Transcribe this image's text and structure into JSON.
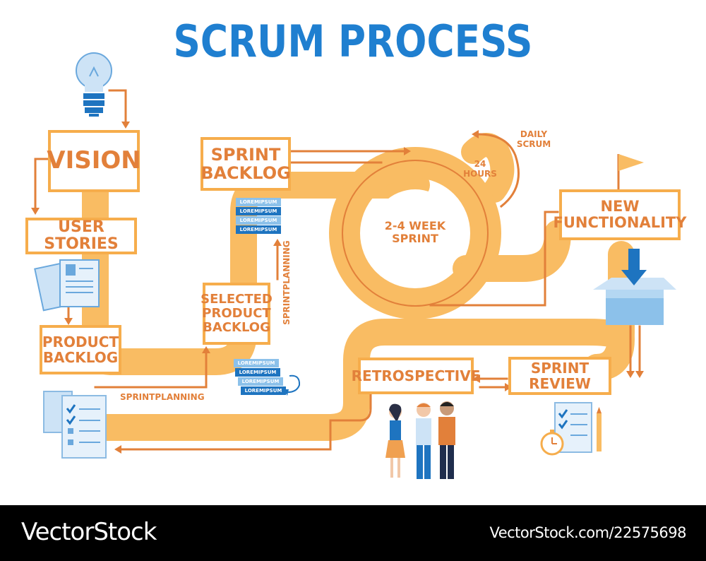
{
  "title": "SCRUM PROCESS",
  "steps": {
    "vision": "VISION",
    "user_stories": "USER STORIES",
    "product_backlog": [
      "PRODUCT",
      "BACKLOG"
    ],
    "selected_backlog": [
      "SELECTED",
      "PRODUCT",
      "BACKLOG"
    ],
    "sprint_backlog": [
      "SPRINT",
      "BACKLOG"
    ],
    "sprint": [
      "2-4 WEEK",
      "SPRINT"
    ],
    "daily_scrum": [
      "DAILY",
      "SCRUM"
    ],
    "hours": [
      "24",
      "HOURS"
    ],
    "new_functionality": [
      "NEW",
      "FUNCTIONALITY"
    ],
    "sprint_review": "SPRINT REVIEW",
    "retrospective": "RETROSPECTIVE"
  },
  "labels": {
    "sprint_planning_vertical": "SPRINTPLANNING",
    "sprint_planning_horizontal": "SPRINTPLANNING"
  },
  "backlog_stack_top": [
    "LOREMIPSUM",
    "LOREMIPSUM",
    "LOREMIPSUM",
    "LOREMIPSUM"
  ],
  "backlog_stack_bottom": [
    "LOREMIPSUM",
    "LOREMIPSUM",
    "LOREMIPSUM",
    "LOREMIPSUM"
  ],
  "colors": {
    "title_blue": "#1f7fd0",
    "path_orange": "#f9bc63",
    "box_border": "#f6ad4c",
    "arrow_orange": "#e2803a",
    "stack_blue": "#1e74c0",
    "stack_light": "#8cc1ea"
  },
  "footer": {
    "brand": "VectorStock",
    "reference": "VectorStock.com/22575698"
  }
}
